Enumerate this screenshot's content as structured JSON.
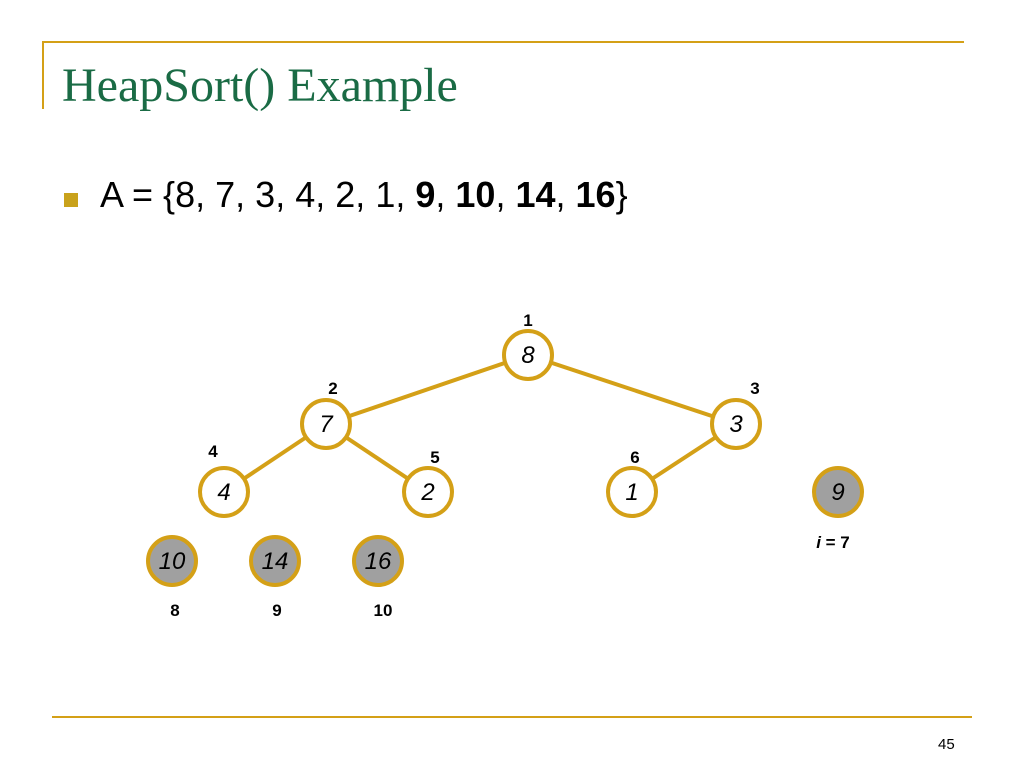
{
  "slide": {
    "title": "HeapSort() Example",
    "bullet": {
      "prefix": "A = {",
      "plain": [
        "8",
        "7",
        "3",
        "4",
        "2",
        "1"
      ],
      "bold": [
        "9",
        "10",
        "14",
        "16"
      ],
      "suffix": "}"
    },
    "page_number": "45"
  },
  "heap": {
    "nodes": [
      {
        "index": "1",
        "value": "8",
        "sorted": false
      },
      {
        "index": "2",
        "value": "7",
        "sorted": false
      },
      {
        "index": "3",
        "value": "3",
        "sorted": false
      },
      {
        "index": "4",
        "value": "4",
        "sorted": false
      },
      {
        "index": "5",
        "value": "2",
        "sorted": false
      },
      {
        "index": "6",
        "value": "1",
        "sorted": false
      },
      {
        "index": "7",
        "value": "9",
        "sorted": true
      },
      {
        "index": "8",
        "value": "10",
        "sorted": true
      },
      {
        "index": "9",
        "value": "14",
        "sorted": true
      },
      {
        "index": "10",
        "value": "16",
        "sorted": true
      }
    ],
    "edges": [
      [
        "1",
        "2"
      ],
      [
        "1",
        "3"
      ],
      [
        "2",
        "4"
      ],
      [
        "2",
        "5"
      ],
      [
        "3",
        "6"
      ]
    ],
    "cursor": {
      "var": "i",
      "text": " = 7"
    },
    "colors": {
      "edge": "#d4a017",
      "node_stroke": "#d4a017",
      "node_fill": "#ffffff",
      "sorted_fill": "#a0a0a0"
    }
  }
}
